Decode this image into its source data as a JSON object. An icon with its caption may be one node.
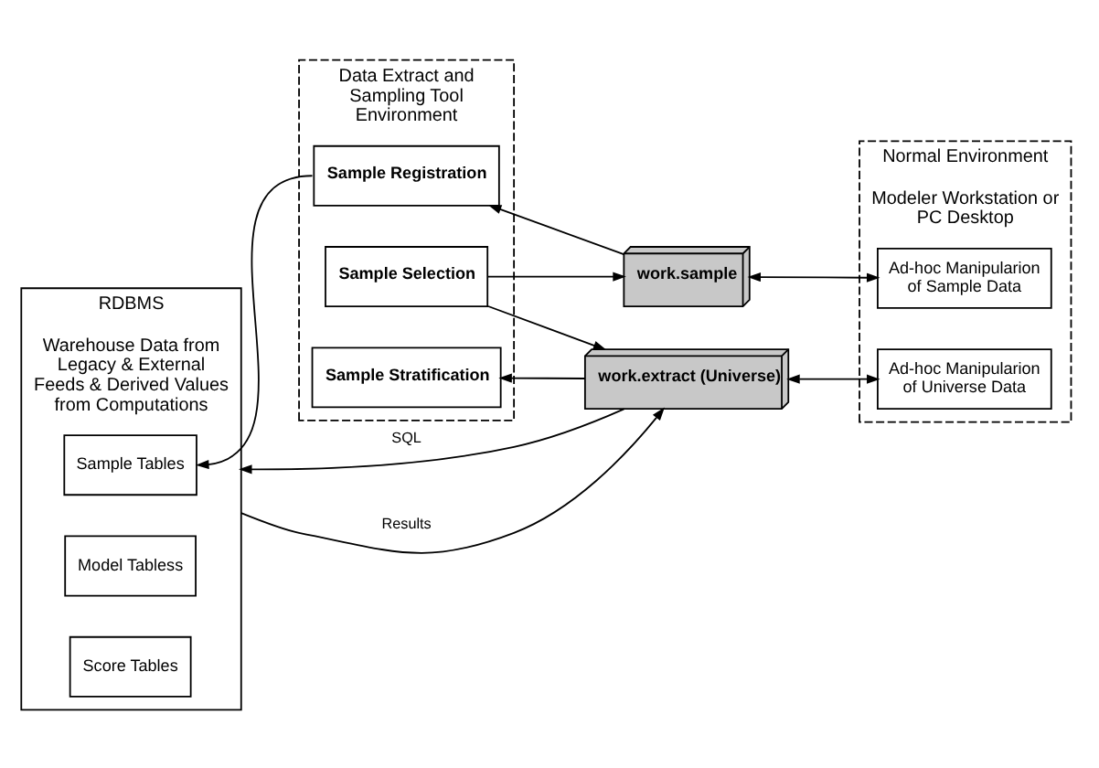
{
  "diagram": {
    "nodes": [
      {
        "text": [
          "RDBMS",
          "Warehouse Data from Legacy & External Feeds & Derived Values from Computations"
        ]
      },
      {
        "text": [
          "Sample Tables"
        ],
        "in": 0
      },
      {
        "text": [
          "Model Tabless"
        ],
        "in": 0
      },
      {
        "text": [
          "Score Tables"
        ],
        "in": 0
      },
      {
        "text": [
          "Data Extract and Sampling Tool Environment"
        ]
      },
      {
        "text": [
          "Sample Stratification"
        ],
        "in": 4
      },
      {
        "text": [
          "Sample Selection"
        ],
        "in": 4
      },
      {
        "text": [
          "Sample Registration"
        ],
        "in": 4
      },
      {
        "text": [
          "work.extract (Universe)"
        ]
      },
      {
        "text": [
          "work.sample"
        ]
      },
      {
        "text": [
          "Normal Environment",
          "Modeler Workstation or PC Desktop"
        ]
      },
      {
        "text": [
          "Ad-hoc Manipularion of Universe Data"
        ],
        "in": 10
      },
      {
        "text": [
          "Ad-hoc Manipularion of Sample Data"
        ],
        "in": 10
      }
    ],
    "edges": [
      {
        "from": 0,
        "to": 8,
        "arrow": "to",
        "label": "Results"
      },
      {
        "from": 8,
        "to": 0,
        "arrow": "to",
        "label": "SQL"
      },
      {
        "from": 8,
        "to": 5,
        "arrow": "to"
      },
      {
        "from": 6,
        "to": 8,
        "arrow": "to"
      },
      {
        "from": 8,
        "to": 11,
        "arrow": "both"
      },
      {
        "from": 6,
        "to": 9,
        "arrow": "to"
      },
      {
        "from": 9,
        "to": 7,
        "arrow": "to"
      },
      {
        "from": 7,
        "to": 1,
        "arrow": "to"
      },
      {
        "from": 9,
        "to": 12,
        "arrow": "both"
      }
    ]
  }
}
